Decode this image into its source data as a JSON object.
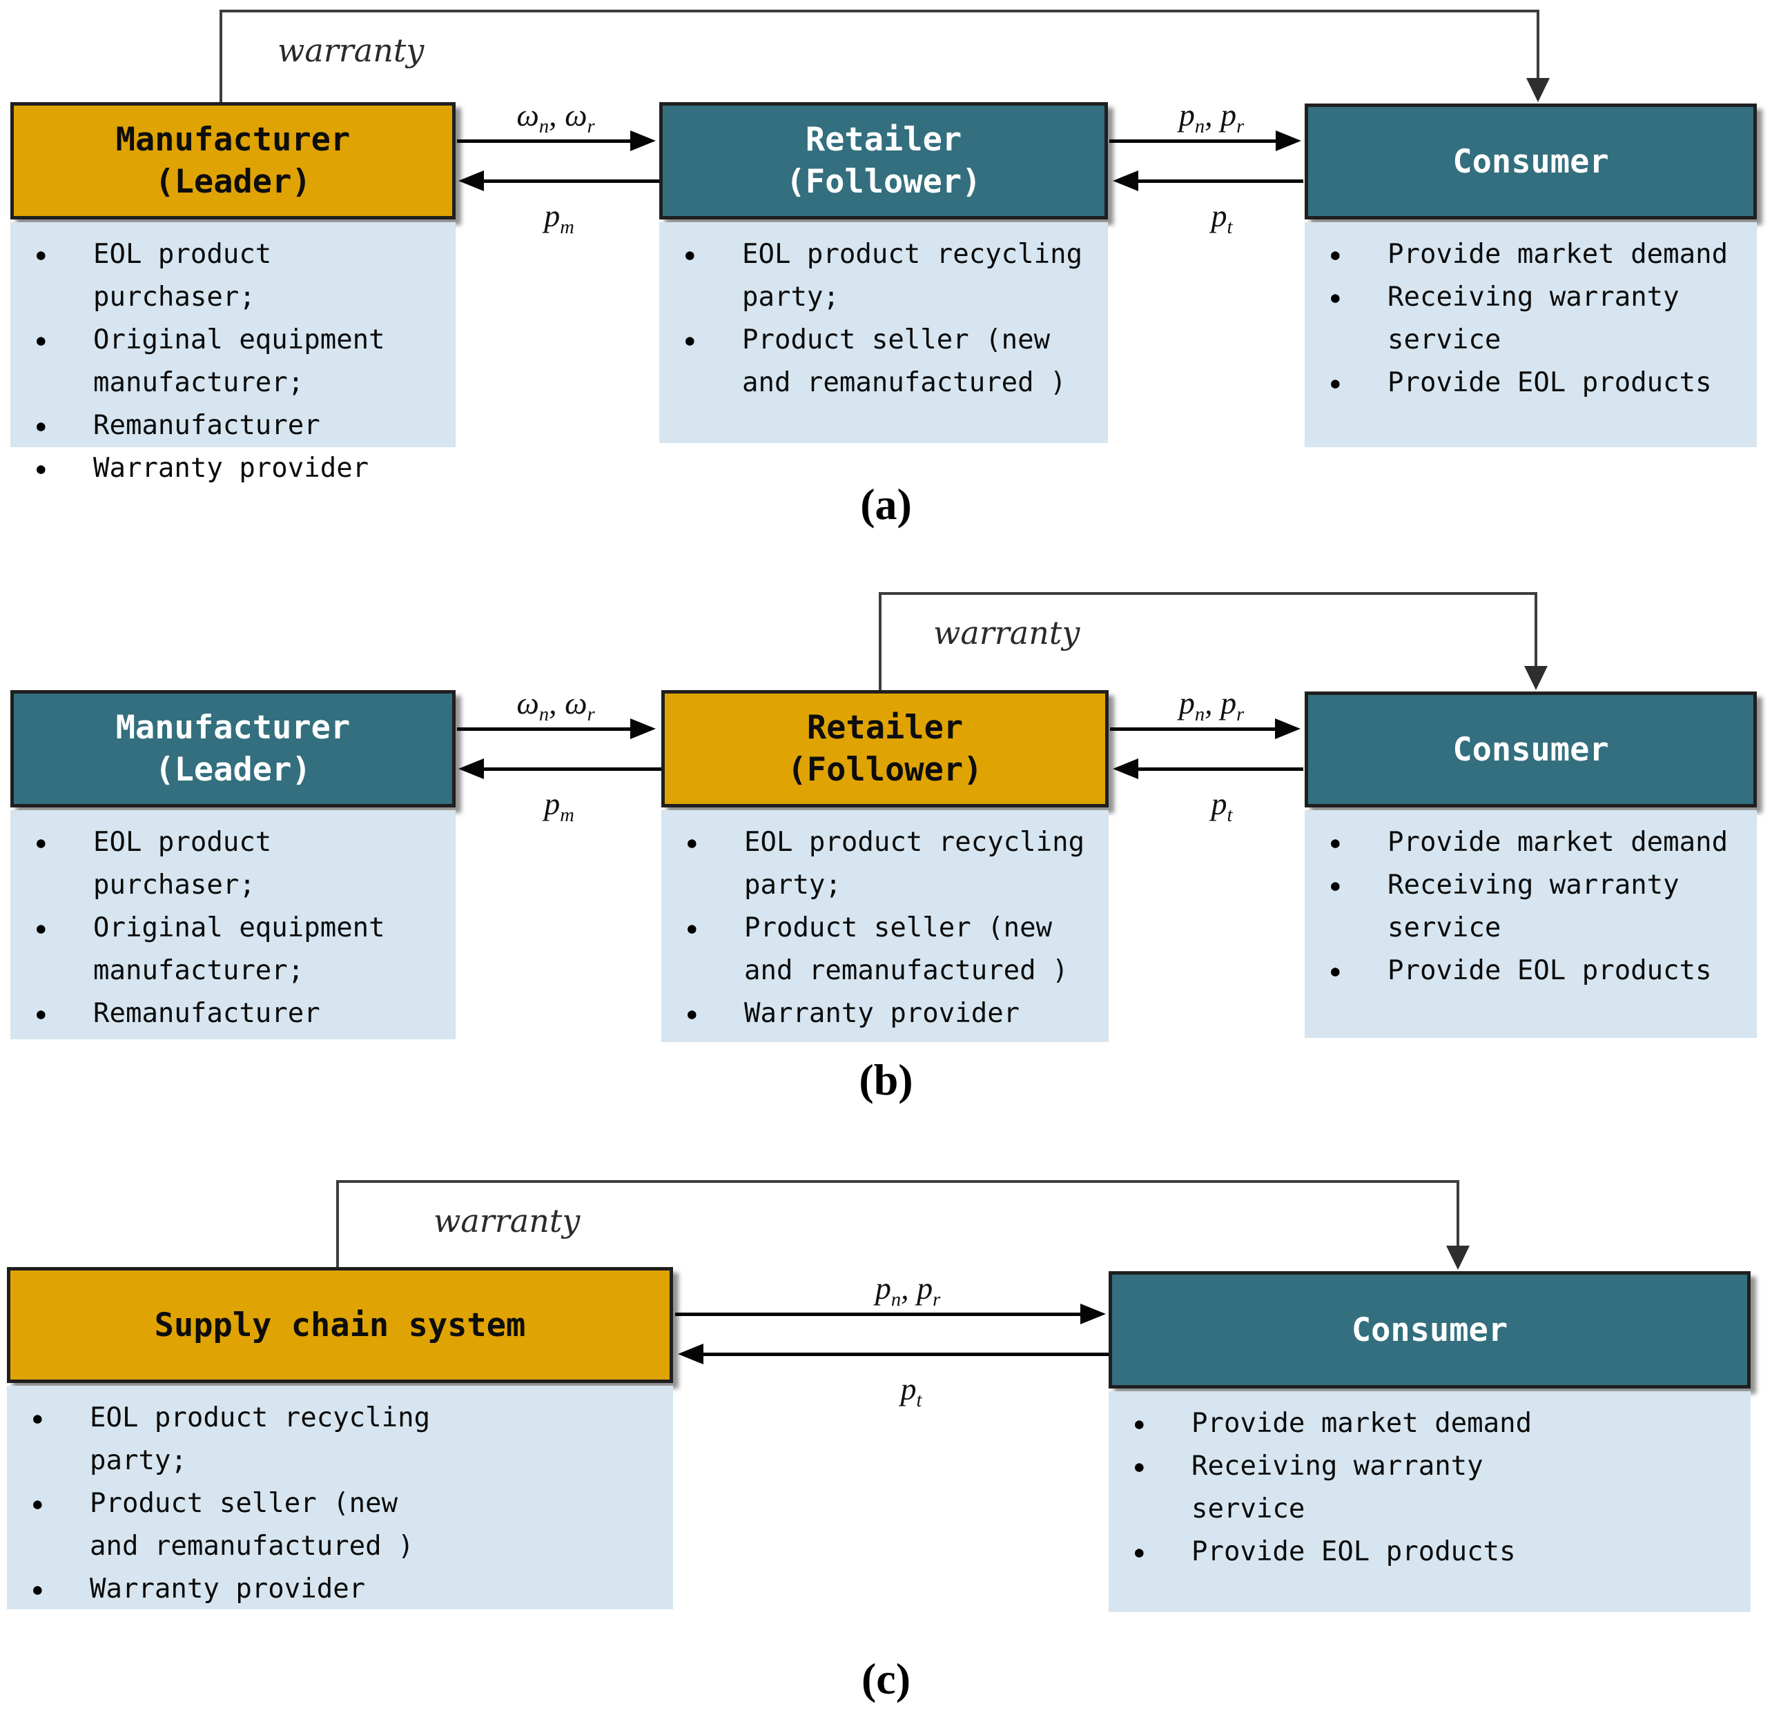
{
  "figure": {
    "captions": {
      "a": "(a)",
      "b": "(b)",
      "c": "(c)"
    },
    "warranty_label": "warranty"
  },
  "glyphs": {
    "bullet": "●"
  },
  "colors": {
    "gold_box": "#DFA304",
    "teal_box": "#336F7E",
    "list_background": "#D6E5EF",
    "arrow_line": "#050505",
    "warranty_line": "#3D3D3D",
    "title_on_gold": "#0D0D0D",
    "title_on_teal": "#FFFFFF",
    "list_text": "#0B0B0B"
  },
  "math": {
    "omega_pair": {
      "b1": "ω",
      "s1": "n",
      "sep": ", ",
      "b2": "ω",
      "s2": "r"
    },
    "p_pair": {
      "b1": "p",
      "s1": "n",
      "sep": ", ",
      "b2": "p",
      "s2": "r"
    },
    "p_m": {
      "b": "p",
      "s": "m"
    },
    "p_t": {
      "b": "p",
      "s": "t"
    }
  },
  "panels": {
    "a": {
      "manufacturer": {
        "title1": "Manufacturer",
        "title2": "(Leader)",
        "items": [
          "EOL product purchaser;",
          "Original equipment manufacturer;",
          "Remanufacturer",
          "Warranty provider"
        ]
      },
      "retailer": {
        "title1": "Retailer",
        "title2": "(Follower)",
        "items": [
          "EOL product recycling party;",
          "Product seller (new and remanufactured )"
        ]
      },
      "consumer": {
        "title": "Consumer",
        "items": [
          "Provide market demand",
          "Receiving warranty service",
          "Provide EOL products"
        ]
      }
    },
    "b": {
      "manufacturer": {
        "title1": "Manufacturer",
        "title2": "(Leader)",
        "items": [
          "EOL product purchaser;",
          "Original equipment manufacturer;",
          "Remanufacturer"
        ]
      },
      "retailer": {
        "title1": "Retailer",
        "title2": "(Follower)",
        "items": [
          "EOL product recycling party;",
          "Product seller (new and remanufactured )",
          "Warranty provider"
        ]
      },
      "consumer": {
        "title": "Consumer",
        "items": [
          "Provide market demand",
          "Receiving warranty service",
          "Provide EOL products"
        ]
      }
    },
    "c": {
      "supply_chain": {
        "title": "Supply chain system",
        "items": [
          "EOL product recycling party;",
          "Product seller (new and remanufactured )",
          "Warranty provider"
        ]
      },
      "consumer": {
        "title": "Consumer",
        "items": [
          "Provide market demand",
          "Receiving warranty service",
          "Provide EOL products"
        ]
      }
    }
  }
}
